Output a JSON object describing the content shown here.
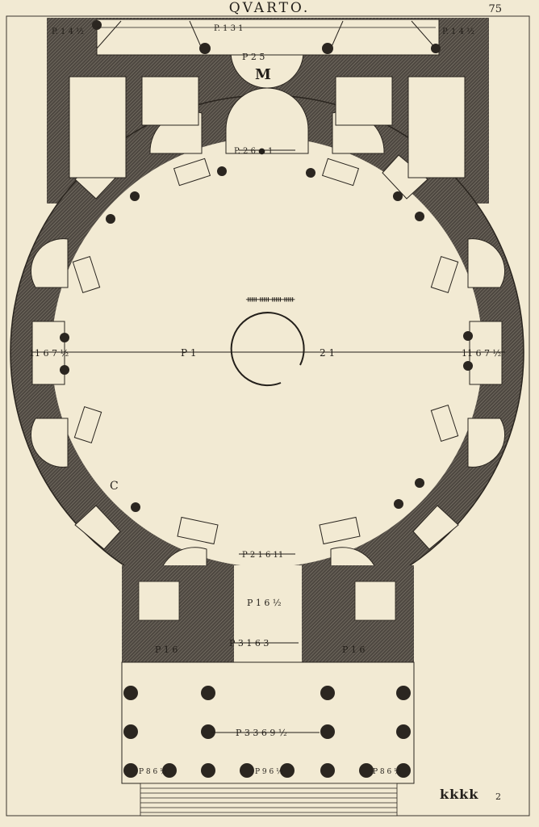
{
  "header": {
    "title": "QVARTO.",
    "page_number": "75"
  },
  "footer": {
    "signature": "kkkk",
    "signature_number": "2"
  },
  "labels": {
    "top_left_corner": "P. 1 4 ½",
    "top_right_corner": "P. 1 4 ½",
    "portico_top_span": "P. 1 3 1",
    "niche_top": "P 2 5",
    "niche_letter": "M",
    "upper_door": "P. 2 6 ● 1",
    "scale_mark": "ᚔᚔᚔᚔ",
    "diameter_left": "11 6 7 ½",
    "diameter_right": "11 6 7 ½",
    "diameter_center_left": "P   1",
    "diameter_center_right": "2   1",
    "letter_c": "C",
    "lower_door": "P 2 1 6 11",
    "passage_width": "P 1 6 ½",
    "vestibule_span": "P 3 1   6 3",
    "room_left": "P 1 6",
    "room_right": "P 1 6",
    "portico_span": "P 3 3  6 9 ½",
    "col_left": "P 8 6 ½",
    "col_center": "P 9 6 ½",
    "col_right": "P 8 6 ½"
  }
}
